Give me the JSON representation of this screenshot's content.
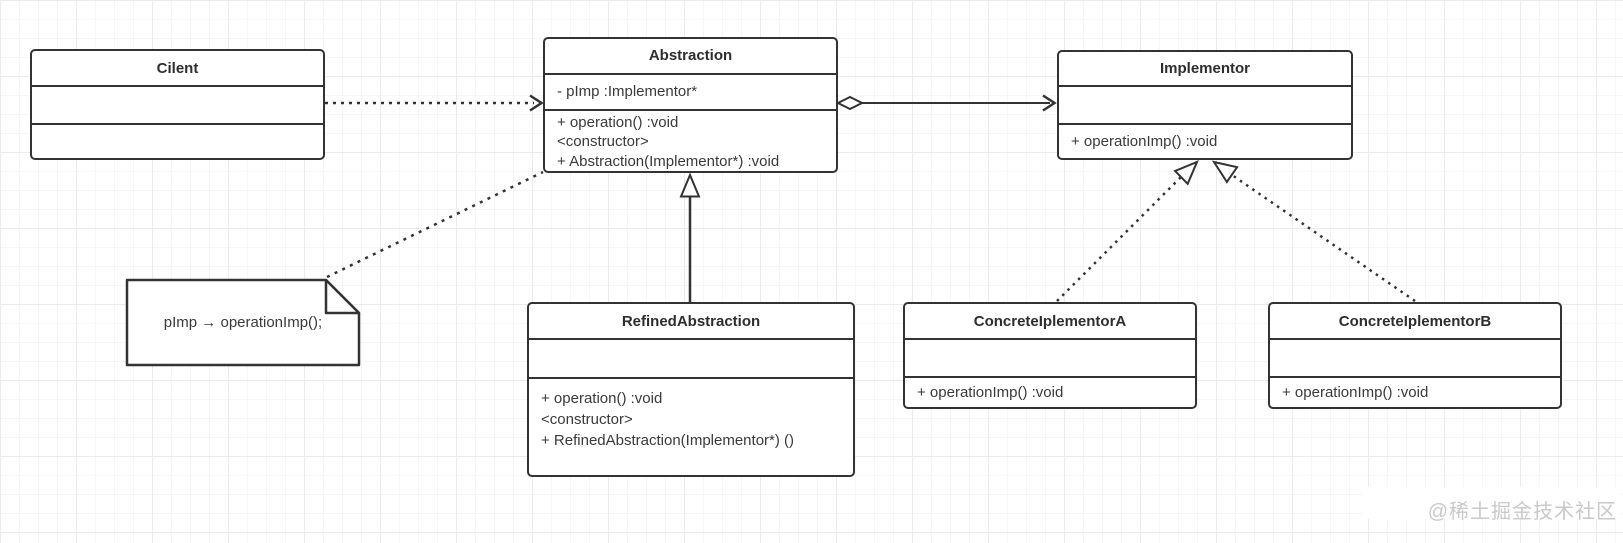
{
  "diagram": {
    "classes": [
      {
        "id": "cilent",
        "name": "Cilent",
        "attributes": [],
        "methods": []
      },
      {
        "id": "abstraction",
        "name": "Abstraction",
        "attributes": [
          "- pImp :Implementor*"
        ],
        "methods": [
          "+ operation() :void",
          "<constructor>",
          "+ Abstraction(Implementor*) :void"
        ]
      },
      {
        "id": "implementor",
        "name": "Implementor",
        "attributes": [],
        "methods": [
          "+ operationImp() :void"
        ]
      },
      {
        "id": "refined-abstraction",
        "name": "RefinedAbstraction",
        "attributes": [],
        "methods": [
          "+ operation() :void",
          "<constructor>",
          "+ RefinedAbstraction(Implementor*) ()"
        ]
      },
      {
        "id": "concrete-iplementor-a",
        "name": "ConcreteIplementorA",
        "attributes": [],
        "methods": [
          "+ operationImp() :void"
        ]
      },
      {
        "id": "concrete-iplementor-b",
        "name": "ConcreteIplementorB",
        "attributes": [],
        "methods": [
          "+ operationImp() :void"
        ]
      }
    ],
    "note": {
      "text": "pImp → operationImp();"
    },
    "relationships": [
      {
        "from": "Cilent",
        "to": "Abstraction",
        "type": "dependency",
        "line": "dotted-open-arrow"
      },
      {
        "from": "Abstraction",
        "to": "Implementor",
        "type": "aggregation",
        "line": "solid-hollow-diamond-open-arrow"
      },
      {
        "from": "RefinedAbstraction",
        "to": "Abstraction",
        "type": "generalization",
        "line": "solid-hollow-triangle"
      },
      {
        "from": "ConcreteIplementorA",
        "to": "Implementor",
        "type": "realization",
        "line": "dotted-hollow-triangle"
      },
      {
        "from": "ConcreteIplementorB",
        "to": "Implementor",
        "type": "realization",
        "line": "dotted-hollow-triangle"
      },
      {
        "from": "note",
        "to": "Abstraction",
        "type": "anchor",
        "line": "dotted"
      }
    ],
    "watermark": "@稀土掘金技术社区",
    "colors": {
      "stroke": "#333333",
      "background": "#ffffff",
      "grid_minor": "#f6f6f6",
      "grid_major": "#ebebeb",
      "text": "#3a3a3a",
      "watermark": "#c9c9c9"
    }
  }
}
